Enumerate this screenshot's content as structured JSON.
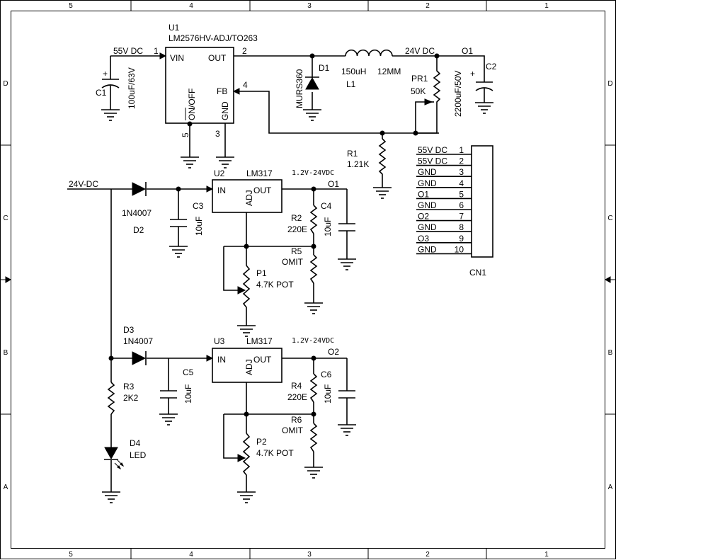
{
  "frame": {
    "columns": [
      "5",
      "4",
      "3",
      "2",
      "1"
    ],
    "rows": [
      "D",
      "C",
      "B",
      "A"
    ]
  },
  "labels": {
    "u1_ref": "U1",
    "u1_part": "LM2576HV-ADJ/TO263",
    "u1_vin": "VIN",
    "u1_out": "OUT",
    "u1_fb": "FB",
    "u1_gnd": "GND",
    "u1_onoff": "ON/OFF",
    "u1_pin1": "1",
    "u1_pin2": "2",
    "u1_pin3": "3",
    "u1_pin4": "4",
    "u1_pin5": "5",
    "net_55v": "55V DC",
    "net_24v": "24V DC",
    "net_o1_top": "O1",
    "c1_ref": "C1",
    "c1_val": "100uF/63V",
    "c2_ref": "C2",
    "c2_val": "2200uF/50V",
    "d1_ref": "D1",
    "d1_val": "MURS360",
    "l1_val": "150uH",
    "l1_size": "12MM",
    "l1_ref": "L1",
    "pr1_ref": "PR1",
    "pr1_val": "50K",
    "r1_ref": "R1",
    "r1_val": "1.21K",
    "plus": "+",
    "net_24vdc_in": "24V-DC",
    "d2_val": "1N4007",
    "d2_ref": "D2",
    "c3_ref": "C3",
    "c3_val": "10uF",
    "u2_ref": "U2",
    "u2_part": "LM317",
    "reg_in": "IN",
    "reg_adj": "ADJ",
    "reg_out": "OUT",
    "range1": "1.2V-24VDC",
    "net_o1": "O1",
    "r2_ref": "R2",
    "r2_val": "220E",
    "c4_ref": "C4",
    "c4_val": "10uF",
    "r5_ref": "R5",
    "r5_val": "OMIT",
    "p1_ref": "P1",
    "p1_val": "4.7K POT",
    "d3_ref": "D3",
    "d3_val": "1N4007",
    "c5_ref": "C5",
    "c5_val": "10uF",
    "u3_ref": "U3",
    "u3_part": "LM317",
    "range2": "1.2V-24VDC",
    "net_o2": "O2",
    "r4_ref": "R4",
    "r4_val": "220E",
    "c6_ref": "C6",
    "c6_val": "10uF",
    "r6_ref": "R6",
    "r6_val": "OMIT",
    "p2_ref": "P2",
    "p2_val": "4.7K POT",
    "r3_ref": "R3",
    "r3_val": "2K2",
    "d4_ref": "D4",
    "d4_val": "LED",
    "cn1_ref": "CN1"
  },
  "connector": {
    "pins": [
      {
        "name": "55V DC",
        "num": "1"
      },
      {
        "name": "55V DC",
        "num": "2"
      },
      {
        "name": "GND",
        "num": "3"
      },
      {
        "name": "GND",
        "num": "4"
      },
      {
        "name": "O1",
        "num": "5"
      },
      {
        "name": "GND",
        "num": "6"
      },
      {
        "name": "O2",
        "num": "7"
      },
      {
        "name": "GND",
        "num": "8"
      },
      {
        "name": "O3",
        "num": "9"
      },
      {
        "name": "GND",
        "num": "10"
      }
    ]
  }
}
